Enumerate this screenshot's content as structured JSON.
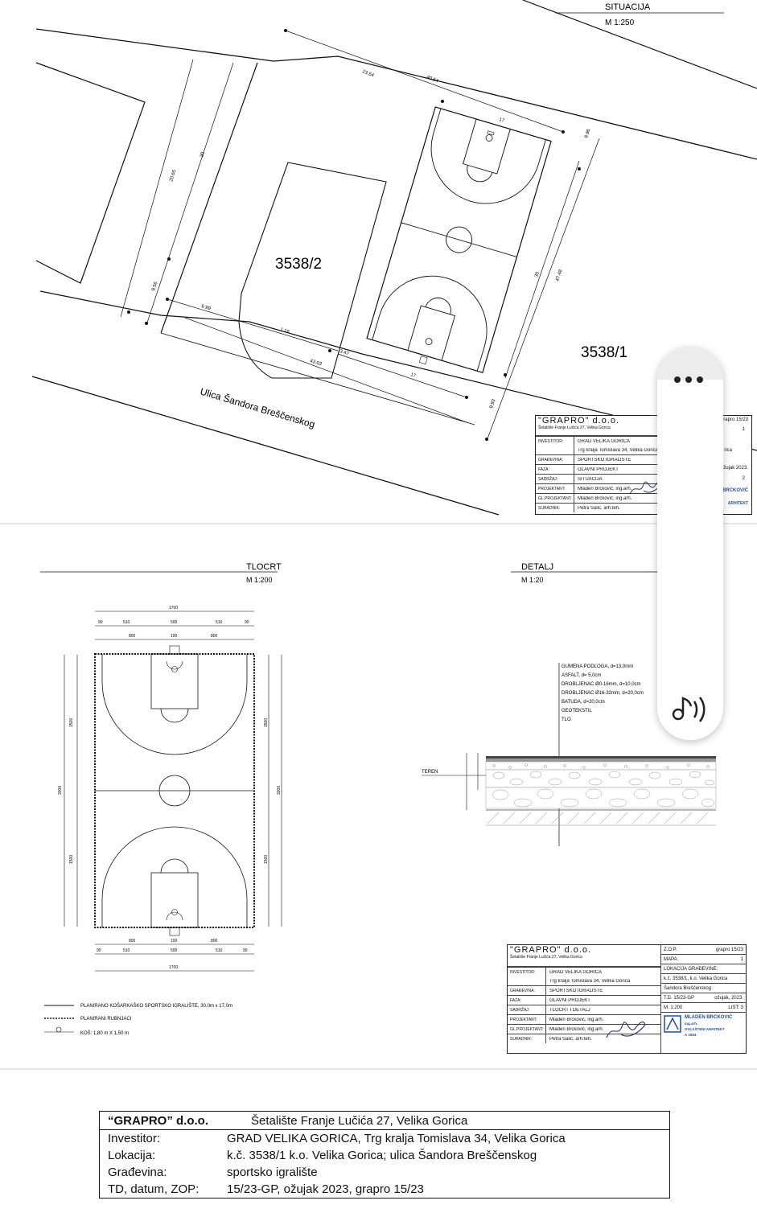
{
  "situacija": {
    "title": "SITUACIJA",
    "scale": "M 1:250",
    "parcel_a": "3538/2",
    "parcel_b": "3538/1",
    "street": "Ulica Šandora Breščenskog",
    "dims": [
      "23.54",
      "40.54",
      "17",
      "9.96",
      "30",
      "47.48",
      "20.65",
      "30",
      "9.56",
      "6.99",
      "1.16",
      "43.03",
      "3.47",
      "17",
      "9.93"
    ]
  },
  "titleblock_top": {
    "company": "\"GRAPRO\" d.o.o.",
    "address": "Šetalište Franje Lučića 27, Velika Gorica",
    "rows": [
      {
        "k": "INVESTITOR:",
        "v": "GRAD VELIKA GORICA"
      },
      {
        "k": "",
        "v": "Trg kralja Tomislava 34, Velika Gorica"
      },
      {
        "k": "GRAĐEVINA:",
        "v": "SPORTSKO IGRALIŠTE"
      },
      {
        "k": "FAZA:",
        "v": "GLAVNI PROJEKT"
      },
      {
        "k": "SADRŽAJ:",
        "v": "SITUACIJA"
      },
      {
        "k": "PROJEKTANT:",
        "v": "Mladen Brckovič, ing.arh."
      },
      {
        "k": "GL.PROJEKTANT:",
        "v": "Mladen Brckovič, ing.arh."
      },
      {
        "k": "SURADNIK:",
        "v": "Petra Šalić, arh.teh."
      }
    ],
    "right_vals": [
      "grapro 15/23",
      "1",
      "rica",
      "žujak 2023.",
      "2"
    ],
    "logo_line1": "BRCKOVIĆ",
    "logo_line2": "ARHITEKT"
  },
  "tlocrt": {
    "title": "TLOCRT",
    "scale": "M 1:200",
    "top_total": "1700",
    "top_row1": [
      "90",
      "510",
      "500",
      "510",
      "90"
    ],
    "top_row2": [
      "800",
      "100",
      "800"
    ],
    "side_left": [
      "1500",
      "3000",
      "1500"
    ],
    "side_right": [
      "1500",
      "3000",
      "1500"
    ],
    "bottom_row1": [
      "800",
      "100",
      "800"
    ],
    "bottom_row2": [
      "90",
      "510",
      "500",
      "510",
      "90"
    ],
    "bottom_total": "1700",
    "legend": [
      "PLANIRANO KOŠARKAŠKO SPORTSKO IGRALIŠTE, 30,0m x 17,0m",
      "PLANIRANI RUBNJACI",
      "KOŠ: 1,80 m X 1,50 m"
    ]
  },
  "detalj": {
    "title": "DETALJ",
    "scale": "M 1:20",
    "layers": [
      "GUMENA PODLOGA, d=13,0mm",
      "ASFALT, d= 5,0cm",
      "DROBLJENAC Ø0-16mm, d=10,0cm",
      "DROBLJENAC Ø16-32mm, d=20,0cm",
      "BATUDA, d=20,0cm",
      "GEOTEKSTIL",
      "TLO"
    ],
    "teren": "TEREN"
  },
  "titleblock_bottom": {
    "company": "\"GRAPRO\" d.o.o.",
    "address": "Šetalište Franje Lučića 27, Velika Gorica",
    "rows": [
      {
        "k": "INVESTITOR:",
        "v": "GRAD VELIKA GORICA"
      },
      {
        "k": "",
        "v": "Trg kralja Tomislava 34, Velika Gorica"
      },
      {
        "k": "GRAĐEVINA:",
        "v": "SPORTSKO IGRALIŠTE"
      },
      {
        "k": "FAZA:",
        "v": "GLAVNI PROJEKT"
      },
      {
        "k": "SADRŽAJ:",
        "v": "TLOCRT I DETALJ"
      },
      {
        "k": "PROJEKTANT:",
        "v": "Mladen Brckovič, ing.arh."
      },
      {
        "k": "GL.PROJEKTANT:",
        "v": "Mladen Brckovič, ing.arh."
      },
      {
        "k": "SURADNIK:",
        "v": "Petra Šalić, arh.teh."
      }
    ],
    "right_rows": [
      {
        "k": "Z.O.P.",
        "v": "grapro 15/23"
      },
      {
        "k": "MAPA:",
        "v": "1"
      },
      {
        "k": "LOKACIJA GRAĐEVINE:",
        "v": ""
      },
      {
        "k": "k.č. 3538/1, k.o. Velika Gorica",
        "v": ""
      },
      {
        "k": "Šandora Breščenskog",
        "v": ""
      },
      {
        "k": "T.D.    15/23-GP",
        "v": "ožujak, 2023."
      },
      {
        "k": "M.    1:200",
        "v": "LIST:   3"
      }
    ],
    "logo_name": "MLADEN BRCKOVIĆ",
    "logo_sub1": "ing.arh.",
    "logo_sub2": "OVLAŠTENI ARHITEKT",
    "logo_sub3": "A 1664"
  },
  "summary": {
    "company": "“GRAPRO” d.o.o.",
    "address": "Šetalište Franje Lučića 27, Velika Gorica",
    "rows": [
      {
        "k": "Investitor:",
        "v": "GRAD VELIKA GORICA, Trg kralja Tomislava 34, Velika Gorica"
      },
      {
        "k": "Lokacija:",
        "v": "k.č. 3538/1 k.o. Velika Gorica; ulica Šandora Breščenskog"
      },
      {
        "k": "Građevina:",
        "v": "sportsko igralište"
      },
      {
        "k": "TD, datum, ZOP:",
        "v": "15/23-GP, ožujak 2023, grapro 15/23"
      }
    ]
  },
  "icons": {
    "menu": "more-dots-icon",
    "audio": "sound-icon"
  }
}
